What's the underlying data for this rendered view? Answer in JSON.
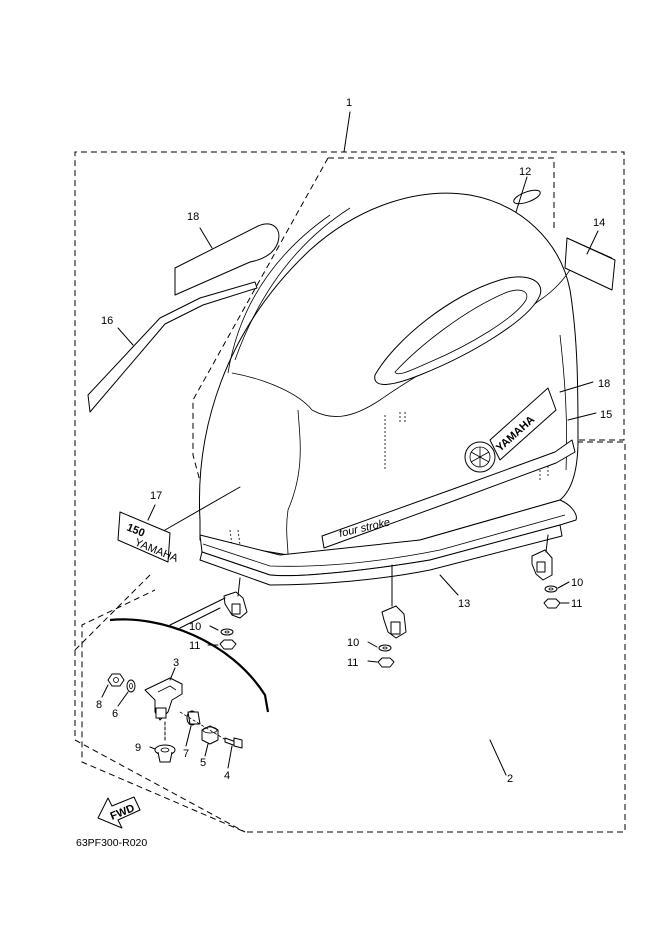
{
  "figure_code": "63PF300-R020",
  "fwd_label": "FWD",
  "brand_text": "YAMAHA",
  "stripe_text": "four stroke",
  "decal_17_text": "150",
  "decal_17_brand": "YAMAHA",
  "callouts": {
    "c1": "1",
    "c2": "2",
    "c3": "3",
    "c4": "4",
    "c5": "5",
    "c6": "6",
    "c7": "7",
    "c8": "8",
    "c9": "9",
    "c10a": "10",
    "c10b": "10",
    "c10c": "10",
    "c11a": "11",
    "c11b": "11",
    "c11c": "11",
    "c12": "12",
    "c13": "13",
    "c14": "14",
    "c15": "15",
    "c16": "16",
    "c17": "17",
    "c18a": "18",
    "c18b": "18"
  }
}
